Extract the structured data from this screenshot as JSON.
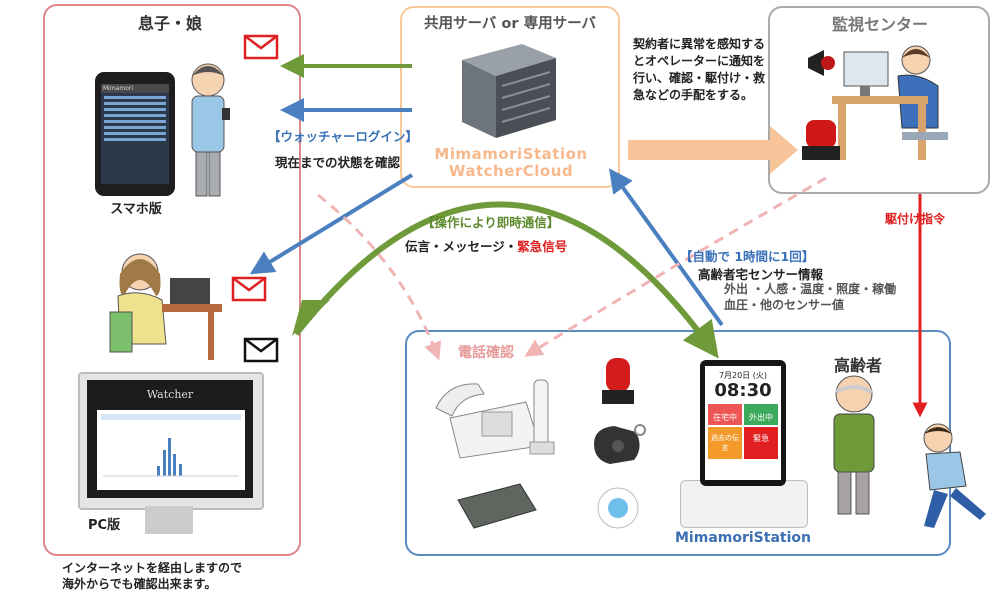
{
  "family": {
    "title": "息子・娘",
    "smartphone_label": "スマホ版",
    "pc_label": "PC版",
    "watcher_login": "【ウォッチャーログイン】",
    "status_check": "現在までの状態を確認",
    "internet_note_1": "インターネットを経由しますので",
    "internet_note_2": "海外からでも確認出来ます。"
  },
  "server": {
    "title": "共用サーバ or 専用サーバ",
    "brand_line1": "MimamoriStation",
    "brand_line2": "WatcherCloud"
  },
  "center": {
    "title": "監視センター",
    "description": "契約者に異常を感知するとオペレーターに通知を行い、確認・駆付け・救急などの手配をする。",
    "dispatch": "駆付け指令"
  },
  "messaging": {
    "instant_label": "【操作により即時通信】",
    "items_prefix": "伝言・メッセージ・",
    "emergency": "緊急信号"
  },
  "sensor": {
    "auto_label": "【自動で 1時間に1回】",
    "info_title": "高齢者宅センサー情報",
    "info_line1": "外出 ・人感・温度・照度・稼働",
    "info_line2": "血圧・他のセンサー値"
  },
  "elder": {
    "title": "高齢者",
    "phone_check": "電話確認",
    "device_brand": "MimamoriStation",
    "device_date": "7月20日 (火)",
    "device_time": "08:30",
    "btn_home": "在宅中",
    "btn_out": "外出中",
    "btn_msg": "過去の伝言",
    "btn_emergency": "緊急"
  },
  "pc_screen": {
    "title": "Watcher"
  },
  "phone_screen": {
    "header": "Mimamori"
  },
  "colors": {
    "green": "#6f9a3a",
    "blue": "#4a7fc0",
    "orange": "#f8c49a",
    "pink": "#f0b4b4",
    "red": "#e02020",
    "mail_red": "#e02020",
    "mail_black": "#111111"
  }
}
